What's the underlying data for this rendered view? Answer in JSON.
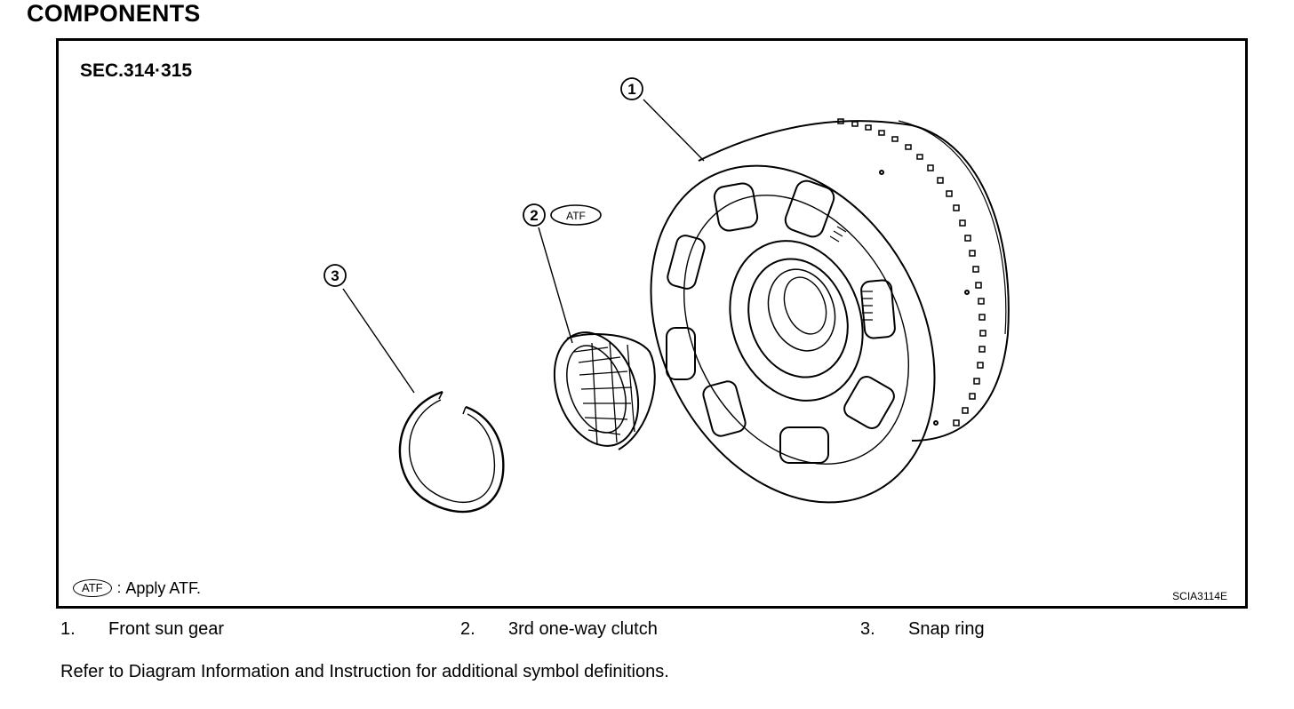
{
  "page": {
    "title": "COMPONENTS"
  },
  "figure": {
    "section_code": "SEC.314·315",
    "callouts": [
      {
        "id": "callout-1",
        "number": "1"
      },
      {
        "id": "callout-2",
        "number": "2",
        "badge": "ATF"
      },
      {
        "id": "callout-3",
        "number": "3"
      }
    ],
    "legend": {
      "badge": "ATF",
      "separator": ":",
      "text": "Apply ATF."
    },
    "figure_code": "SCIA3114E"
  },
  "parts": [
    {
      "number": "1.",
      "name": "Front sun gear"
    },
    {
      "number": "2.",
      "name": "3rd one-way clutch"
    },
    {
      "number": "3.",
      "name": "Snap ring"
    }
  ],
  "note": "Refer to Diagram Information and Instruction for additional symbol definitions."
}
